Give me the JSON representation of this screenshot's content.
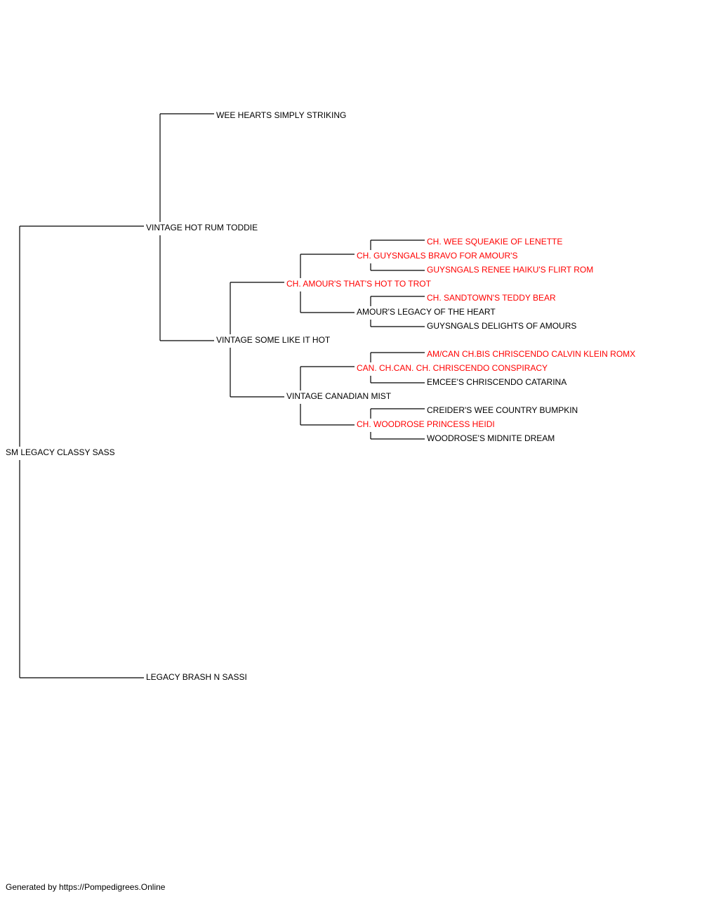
{
  "colors": {
    "champion": "#ff0000",
    "normal": "#000000",
    "line": "#000000"
  },
  "pedigree": {
    "subject": {
      "name": "SM LEGACY CLASSY SASS",
      "champion": false
    },
    "sire": {
      "name": "VINTAGE HOT RUM TODDIE",
      "champion": false
    },
    "dam": {
      "name": "LEGACY BRASH N SASSI",
      "champion": false
    },
    "sire_sire": {
      "name": "WEE HEARTS SIMPLY STRIKING",
      "champion": false
    },
    "sire_dam": {
      "name": "VINTAGE SOME LIKE IT HOT",
      "champion": false
    },
    "sd_sire": {
      "name": "CH. AMOUR'S THAT'S HOT TO TROT",
      "champion": true
    },
    "sd_dam": {
      "name": "VINTAGE CANADIAN MIST",
      "champion": false
    },
    "sds_sire": {
      "name": "CH. GUYSNGALS BRAVO FOR AMOUR'S",
      "champion": true
    },
    "sds_dam": {
      "name": "AMOUR'S LEGACY OF THE HEART",
      "champion": false
    },
    "sdd_sire": {
      "name": "CAN. CH.CAN. CH. CHRISCENDO CONSPIRACY",
      "champion": true
    },
    "sdd_dam": {
      "name": "CH. WOODROSE PRINCESS HEIDI",
      "champion": true
    },
    "sdss_sire": {
      "name": "CH. WEE SQUEAKIE OF LENETTE",
      "champion": true
    },
    "sdss_dam": {
      "name": "GUYSNGALS RENEE HAIKU'S FLIRT ROM",
      "champion": true
    },
    "sdsd_sire": {
      "name": "CH. SANDTOWN'S TEDDY BEAR",
      "champion": true
    },
    "sdsd_dam": {
      "name": "GUYSNGALS DELIGHTS OF AMOURS",
      "champion": false
    },
    "sdds_sire": {
      "name": "AM/CAN CH.BIS CHRISCENDO CALVIN KLEIN ROMX",
      "champion": true
    },
    "sdds_dam": {
      "name": "EMCEE'S CHRISCENDO CATARINA",
      "champion": false
    },
    "sddd_sire": {
      "name": "CREIDER'S WEE COUNTRY BUMPKIN",
      "champion": false
    },
    "sddd_dam": {
      "name": "WOODROSE'S MIDNITE DREAM",
      "champion": false
    }
  },
  "footer": {
    "text": "Generated by https://Pompedigrees.Online"
  }
}
